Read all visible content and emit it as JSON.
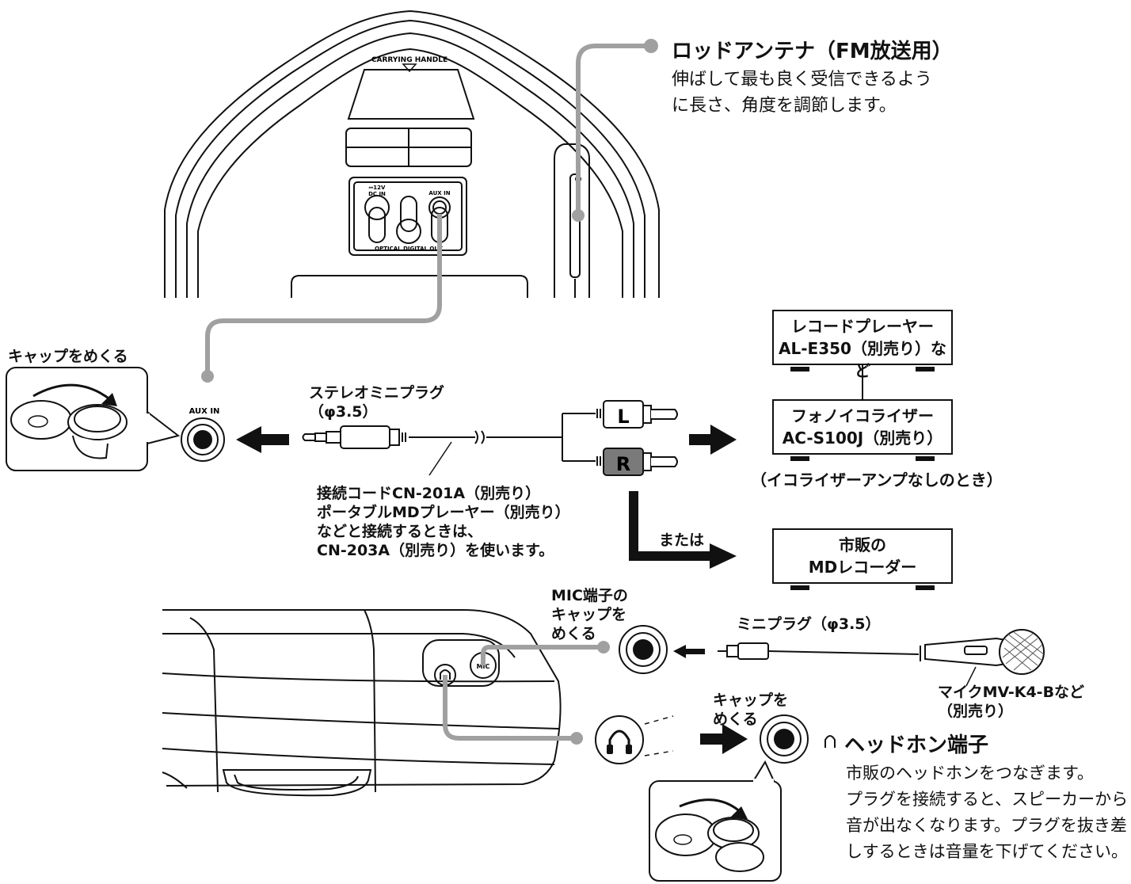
{
  "device": {
    "carrying_handle": "CARRYING HANDLE",
    "dc_voltage": "⎓​12V",
    "dc_in": "DC IN",
    "aux_in_port": "AUX IN",
    "optical_out": "OPTICAL DIGITAL OUT",
    "aux_in_jack": "AUX IN",
    "mic_jack": "MIC"
  },
  "antenna": {
    "title": "ロッドアンテナ（FM放送用）",
    "desc_line1": "伸ばして最も良く受信できるよう",
    "desc_line2": "に長さ、角度を調節します。"
  },
  "aux": {
    "cap_label": "キャップをめくる",
    "plug_label_line1": "ステレオミニプラグ",
    "plug_label_line2": "（φ3.5）",
    "channel_l": "L",
    "channel_r": "R",
    "cord_line1": "接続コードCN-201A（別売り）",
    "cord_line2": "ポータブルMDプレーヤー（別売り）",
    "cord_line3": "などと接続するときは、",
    "cord_line4": "CN-203A（別売り）を使います。",
    "or_label": "または"
  },
  "boxes": {
    "record_player_line1": "レコードプレーヤー",
    "record_player_line2": "AL-E350（別売り）など",
    "equalizer_line1": "フォノイコライザー",
    "equalizer_line2": "AC-S100J（別売り）",
    "equalizer_note": "（イコライザーアンプなしのとき）",
    "md_recorder_line1": "市販の",
    "md_recorder_line2": "MDレコーダー"
  },
  "mic": {
    "cap_line1": "MIC端子の",
    "cap_line2": "キャップを",
    "cap_line3": "めくる",
    "plug_label": "ミニプラグ（φ3.5）",
    "mic_line1": "マイクMV-K4-Bなど",
    "mic_line2": "（別売り）"
  },
  "headphone": {
    "cap_line1": "キャップを",
    "cap_line2": "めくる",
    "title": "ヘッドホン端子",
    "icon": "headphone-icon",
    "desc_line1": "市販のヘッドホンをつなぎます。",
    "desc_line2": "プラグを接続すると、スピーカーから",
    "desc_line3": "音が出なくなります。プラグを抜き差",
    "desc_line4": "しするときは音量を下げてください。"
  },
  "colors": {
    "line": "#111111",
    "leader": "#a0a0a0",
    "r_tab": "#7a7a7a"
  }
}
